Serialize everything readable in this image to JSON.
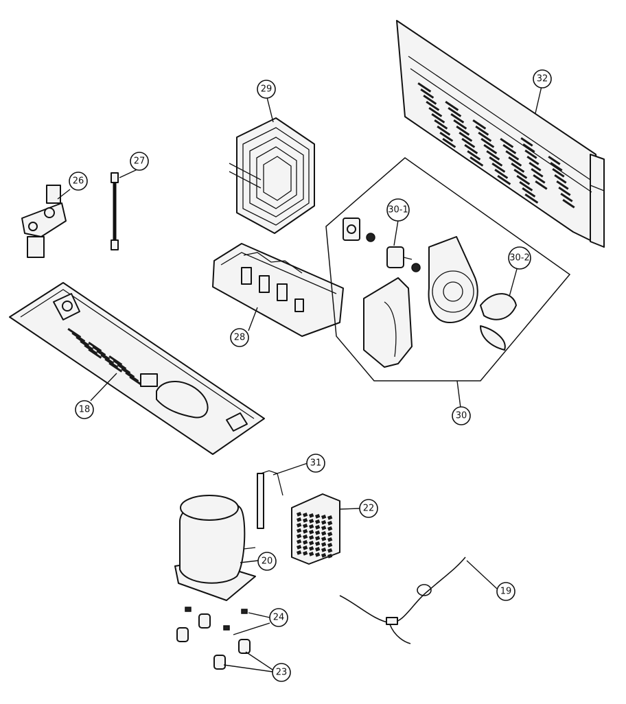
{
  "diagram": {
    "type": "exploded-parts-view",
    "callouts": [
      {
        "id": "c18",
        "label": "18"
      },
      {
        "id": "c19",
        "label": "19"
      },
      {
        "id": "c20",
        "label": "20"
      },
      {
        "id": "c22",
        "label": "22"
      },
      {
        "id": "c23",
        "label": "23"
      },
      {
        "id": "c24",
        "label": "24"
      },
      {
        "id": "c26",
        "label": "26"
      },
      {
        "id": "c27",
        "label": "27"
      },
      {
        "id": "c28",
        "label": "28"
      },
      {
        "id": "c29",
        "label": "29"
      },
      {
        "id": "c30",
        "label": "30"
      },
      {
        "id": "c30-1",
        "label": "30-1"
      },
      {
        "id": "c30-2",
        "label": "30-2"
      },
      {
        "id": "c31",
        "label": "31"
      },
      {
        "id": "c32",
        "label": "32"
      }
    ]
  }
}
